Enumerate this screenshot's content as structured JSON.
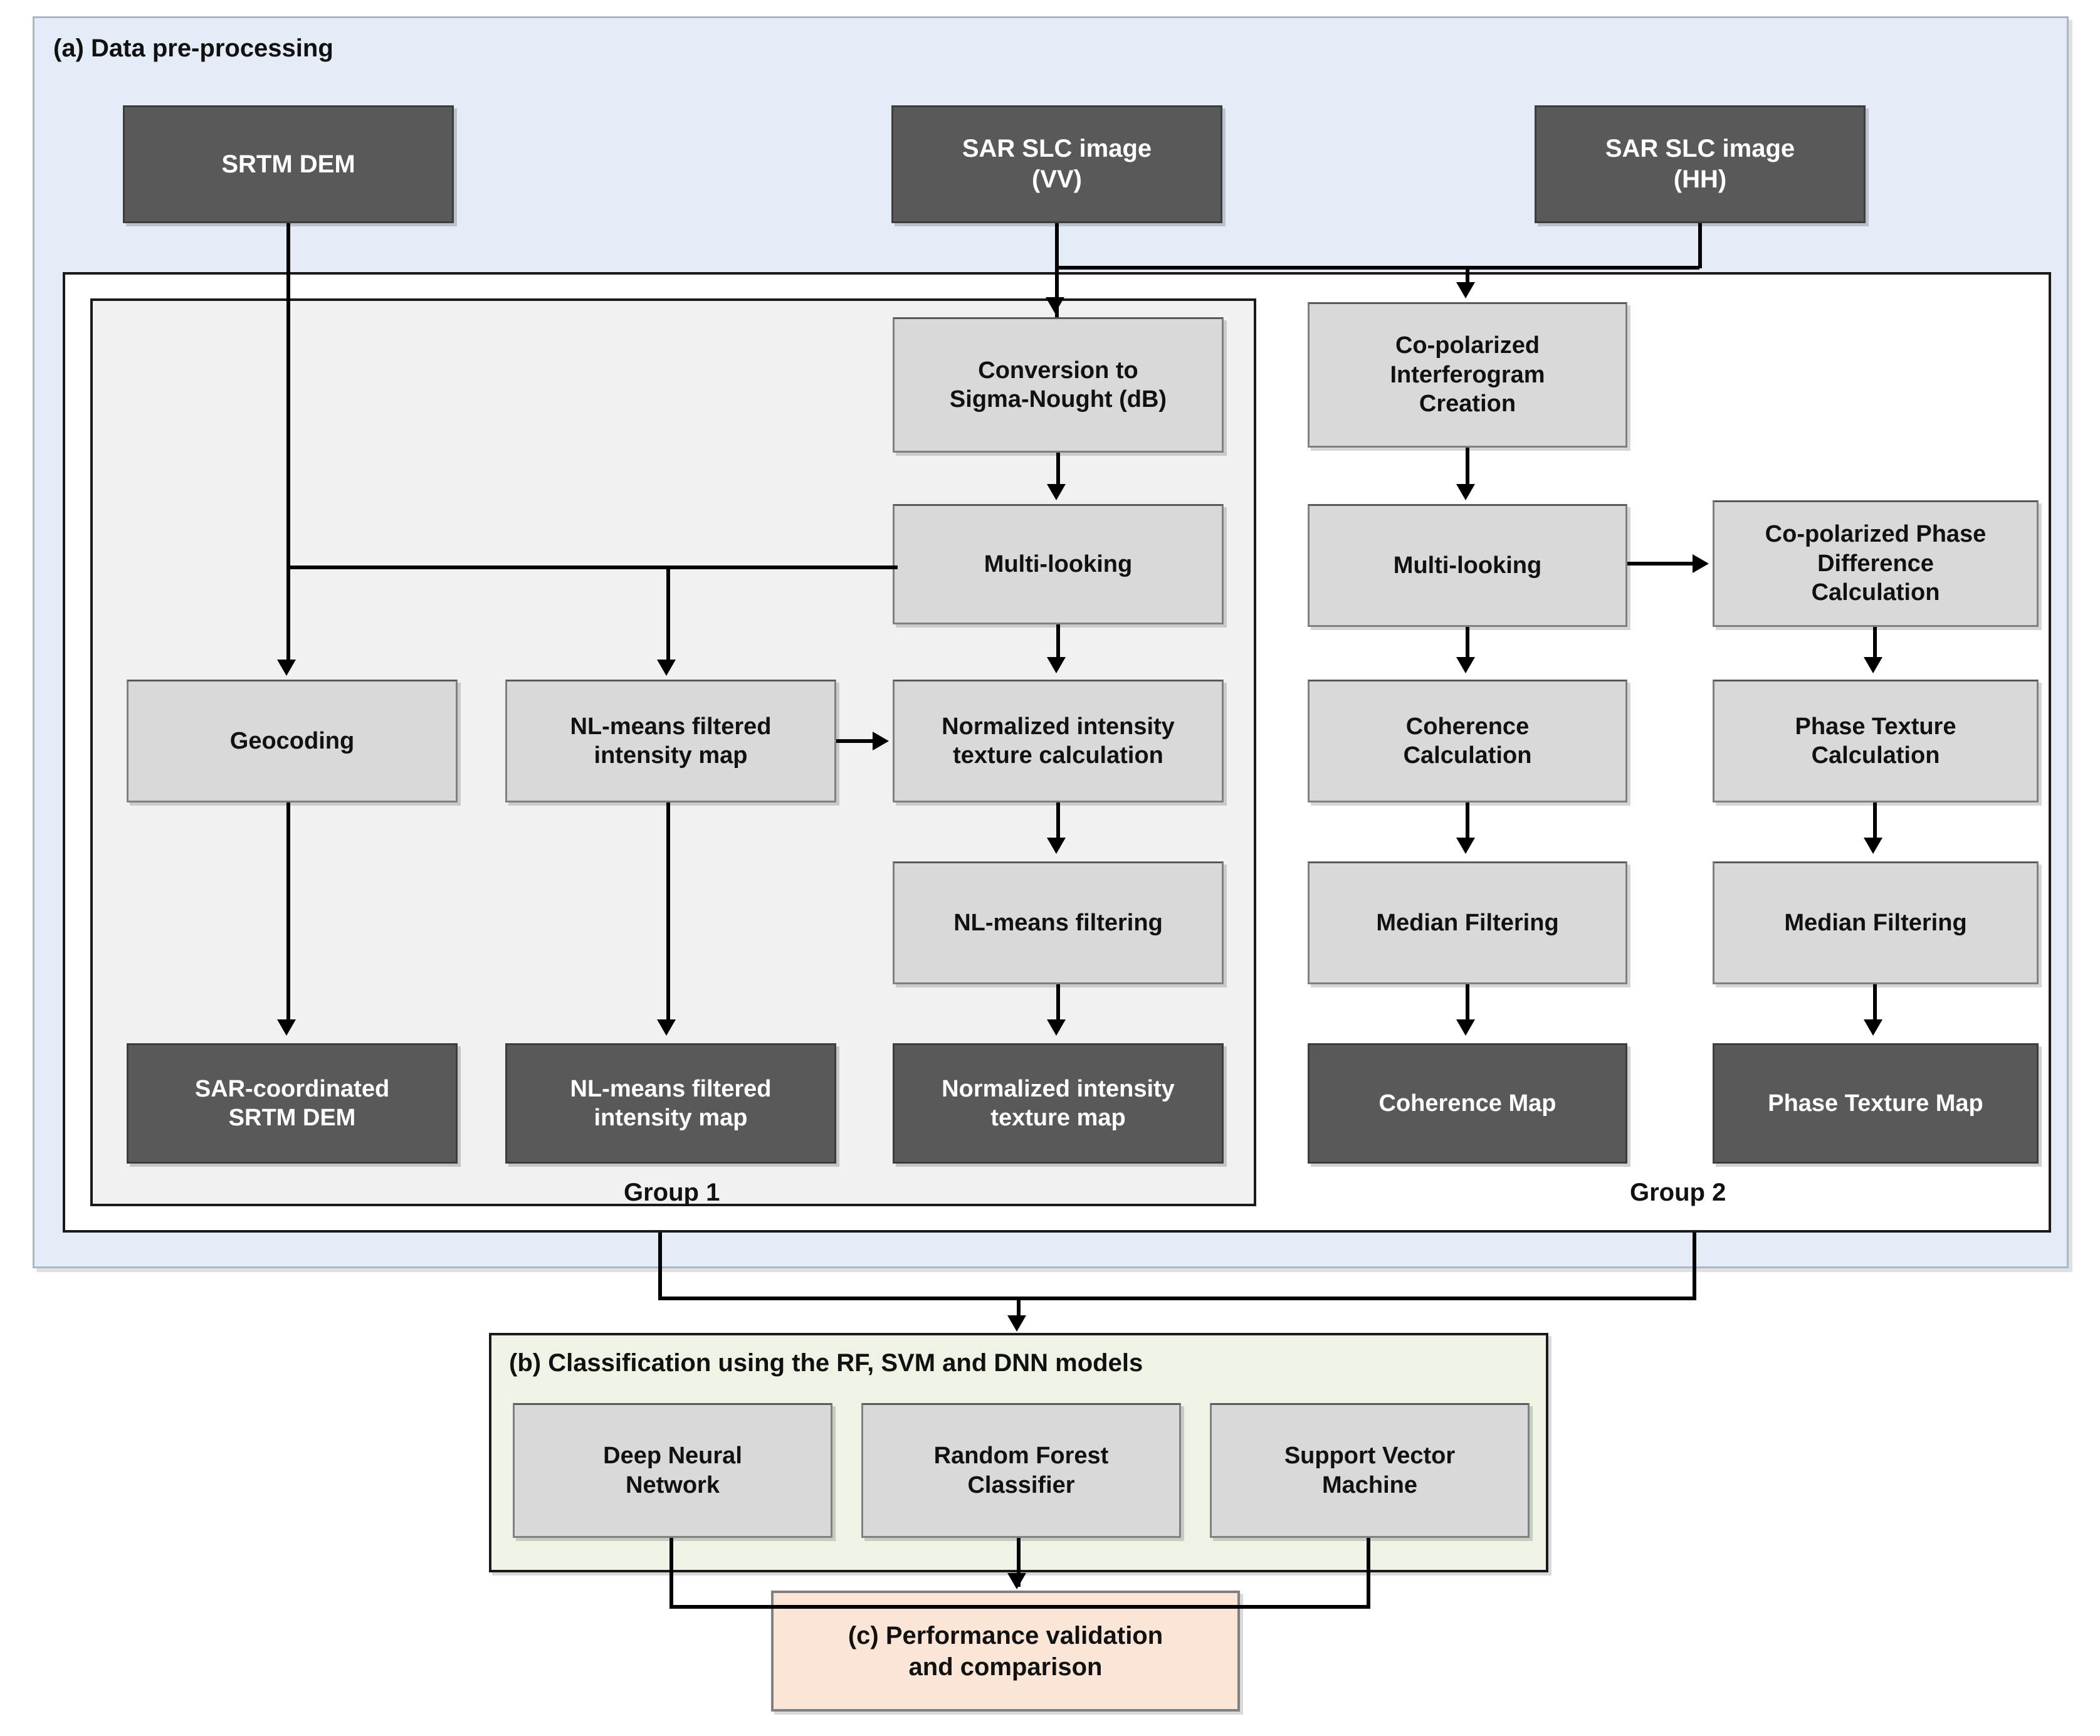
{
  "diagram": {
    "title": "SAR data pre-processing, classification and validation workflow",
    "colors": {
      "panel_a_bg": "#e4edf7",
      "panel_b_bg": "#eef3e6",
      "panel_c_bg": "#fbe5d6",
      "dark_node_bg": "#595959",
      "light_node_bg": "#d9d9d9",
      "group_bg": "#f1f1f1",
      "line": "#000000"
    }
  },
  "panel_a": {
    "caption": "(a) Data pre-processing",
    "inputs": [
      {
        "id": "srtm-dem",
        "label": "SRTM DEM"
      },
      {
        "id": "sar-slc-vv",
        "label": "SAR SLC image\n(VV)",
        "line1": "SAR SLC image",
        "line2": "(VV)"
      },
      {
        "id": "sar-slc-hh",
        "label": "SAR SLC image\n(HH)",
        "line1": "SAR SLC image",
        "line2": "(HH)"
      }
    ]
  },
  "group1": {
    "label": "Group 1",
    "nodes": [
      {
        "id": "conversion-sigma-nought",
        "line1": "Conversion to",
        "line2": "Sigma-Nought (dB)",
        "type": "process"
      },
      {
        "id": "multi-looking-intensity",
        "line1": "Multi-looking",
        "line2": "",
        "type": "process"
      },
      {
        "id": "geocoding",
        "line1": "Geocoding",
        "line2": "",
        "type": "process"
      },
      {
        "id": "nl-means-filtered-intensity-map-process",
        "line1": "NL-means filtered",
        "line2": "intensity map",
        "type": "process"
      },
      {
        "id": "normalized-intensity-texture-calculation",
        "line1": "Normalized intensity",
        "line2": "texture calculation",
        "type": "process"
      },
      {
        "id": "nl-means-filtering",
        "line1": "NL-means filtering",
        "line2": "",
        "type": "process"
      },
      {
        "id": "sar-coordinated-srtm-dem",
        "line1": "SAR-coordinated",
        "line2": "SRTM DEM",
        "type": "output"
      },
      {
        "id": "nl-means-filtered-intensity-map-output",
        "line1": "NL-means filtered",
        "line2": "intensity map",
        "type": "output"
      },
      {
        "id": "normalized-intensity-texture-map",
        "line1": "Normalized intensity",
        "line2": "texture map",
        "type": "output"
      }
    ]
  },
  "group2": {
    "label": "Group 2",
    "nodes": [
      {
        "id": "co-polarized-interferogram-creation",
        "line1": "Co-polarized",
        "line2": "Interferogram",
        "line3": "Creation",
        "type": "process"
      },
      {
        "id": "multi-looking-interferogram",
        "line1": "Multi-looking",
        "line2": "",
        "type": "process"
      },
      {
        "id": "co-polarized-phase-difference-calculation",
        "line1": "Co-polarized Phase",
        "line2": "Difference",
        "line3": "Calculation",
        "type": "process"
      },
      {
        "id": "coherence-calculation",
        "line1": "Coherence",
        "line2": "Calculation",
        "type": "process"
      },
      {
        "id": "phase-texture-calculation",
        "line1": "Phase Texture",
        "line2": "Calculation",
        "type": "process"
      },
      {
        "id": "median-filtering-coherence",
        "line1": "Median Filtering",
        "line2": "",
        "type": "process"
      },
      {
        "id": "median-filtering-phase",
        "line1": "Median Filtering",
        "line2": "",
        "type": "process"
      },
      {
        "id": "coherence-map",
        "line1": "Coherence Map",
        "line2": "",
        "type": "output"
      },
      {
        "id": "phase-texture-map",
        "line1": "Phase Texture Map",
        "line2": "",
        "type": "output"
      }
    ]
  },
  "panel_b": {
    "caption": "(b) Classification using the RF, SVM and DNN models",
    "models": [
      {
        "id": "deep-neural-network",
        "line1": "Deep Neural",
        "line2": "Network"
      },
      {
        "id": "random-forest-classifier",
        "line1": "Random Forest",
        "line2": "Classifier"
      },
      {
        "id": "support-vector-machine",
        "line1": "Support Vector",
        "line2": "Machine"
      }
    ]
  },
  "panel_c": {
    "line1": "(c) Performance validation",
    "line2": "and comparison"
  }
}
